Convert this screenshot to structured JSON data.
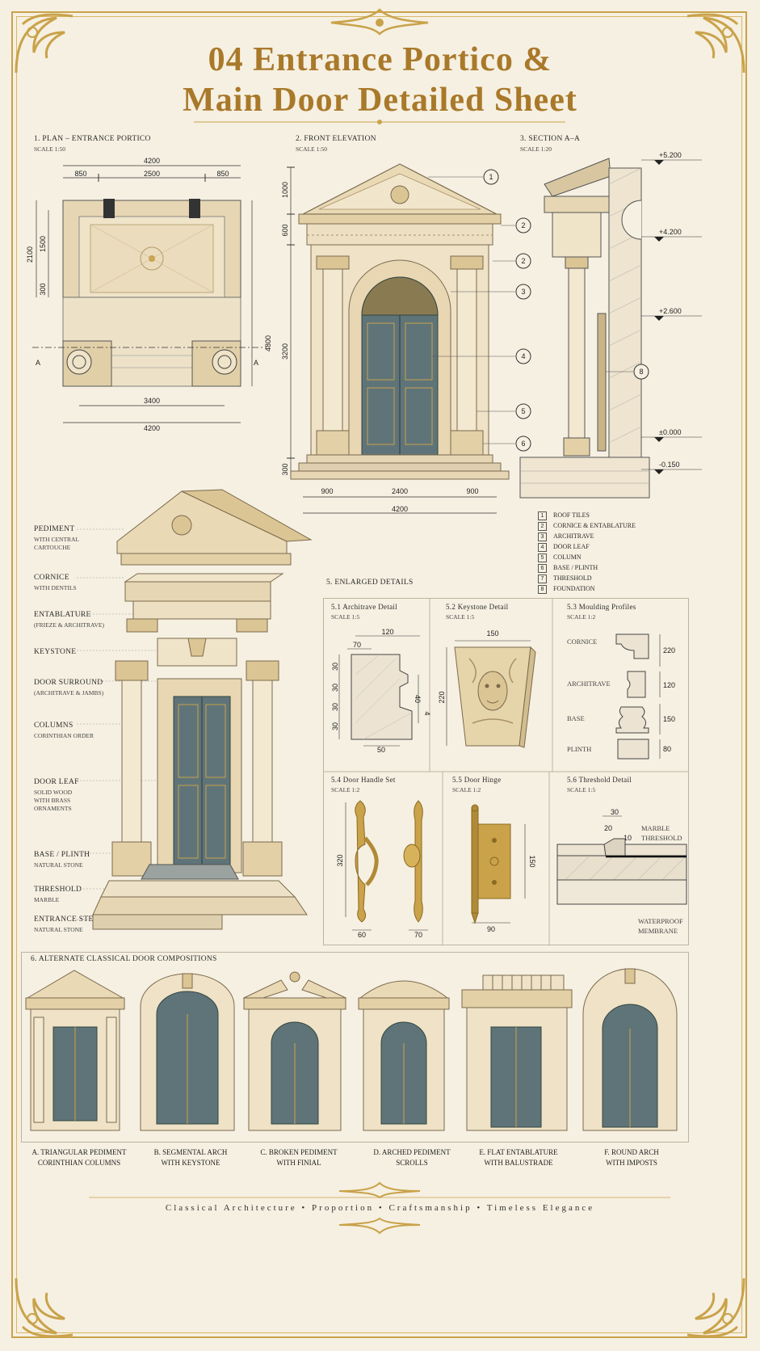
{
  "title": {
    "line1": "04 Entrance Portico &",
    "line2": "Main Door Detailed Sheet"
  },
  "plan": {
    "heading": "1. Plan – Entrance Portico",
    "scale": "SCALE 1:50",
    "dims_top": [
      "4200",
      "850",
      "2500",
      "850"
    ],
    "dims_left": [
      "2100",
      "1500",
      "300"
    ],
    "dims_bottom": [
      "3400",
      "4200"
    ],
    "dim_right": "4800",
    "section_mark": "A"
  },
  "elevation": {
    "heading": "2. Front Elevation",
    "scale": "SCALE 1:50",
    "dims_left": [
      "1000",
      "600",
      "3200",
      "300"
    ],
    "dims_bottom": [
      "900",
      "2400",
      "900",
      "4200"
    ],
    "callouts": [
      "1",
      "2",
      "2",
      "3",
      "4",
      "5",
      "6"
    ]
  },
  "section": {
    "heading": "3. Section A–A",
    "scale": "SCALE 1:20",
    "levels": [
      "+5.200",
      "+4.200",
      "+2.600",
      "±0.000",
      "-0.150"
    ],
    "callout": "8"
  },
  "legend": [
    {
      "n": "1",
      "label": "Roof tiles"
    },
    {
      "n": "2",
      "label": "Cornice & Entablature"
    },
    {
      "n": "3",
      "label": "Architrave"
    },
    {
      "n": "4",
      "label": "Door leaf"
    },
    {
      "n": "5",
      "label": "Column"
    },
    {
      "n": "6",
      "label": "Base / plinth"
    },
    {
      "n": "7",
      "label": "Threshold"
    },
    {
      "n": "8",
      "label": "Foundation"
    }
  ],
  "exploded": [
    {
      "label": "Pediment",
      "sub": "With central",
      "sub2": "cartouche"
    },
    {
      "label": "Cornice",
      "sub": "With dentils",
      "sub2": ""
    },
    {
      "label": "Entablature",
      "sub": "(Frieze & Architrave)",
      "sub2": ""
    },
    {
      "label": "Keystone",
      "sub": "",
      "sub2": ""
    },
    {
      "label": "Door surround",
      "sub": "(Architrave & Jambs)",
      "sub2": ""
    },
    {
      "label": "Columns",
      "sub": "Corinthian order",
      "sub2": ""
    },
    {
      "label": "Door leaf",
      "sub": "Solid wood",
      "sub2": "with brass",
      "sub3": "ornaments"
    },
    {
      "label": "Base / plinth",
      "sub": "Natural stone",
      "sub2": ""
    },
    {
      "label": "Threshold",
      "sub": "Marble",
      "sub2": ""
    },
    {
      "label": "Entrance steps",
      "sub": "Natural stone",
      "sub2": ""
    }
  ],
  "details": {
    "heading": "5. Enlarged Details",
    "d1": {
      "title": "5.1 Architrave Detail",
      "scale": "SCALE 1:5",
      "dims": [
        "120",
        "70",
        "30",
        "30",
        "30",
        "30",
        "40",
        "4",
        "50"
      ]
    },
    "d2": {
      "title": "5.2 Keystone Detail",
      "scale": "SCALE 1:5",
      "dims": [
        "150",
        "220"
      ]
    },
    "d3": {
      "title": "5.3 Moulding Profiles",
      "scale": "SCALE 1:2",
      "profiles": [
        {
          "name": "Cornice",
          "dim": "220"
        },
        {
          "name": "Architrave",
          "dim": "120"
        },
        {
          "name": "Base",
          "dim": "150"
        },
        {
          "name": "Plinth",
          "dim": "80"
        }
      ]
    },
    "d4": {
      "title": "5.4 Door Handle Set",
      "scale": "SCALE 1:2",
      "dims": [
        "320",
        "60",
        "70"
      ]
    },
    "d5": {
      "title": "5.5 Door Hinge",
      "scale": "SCALE 1:2",
      "dims": [
        "150",
        "90"
      ]
    },
    "d6": {
      "title": "5.6 Threshold Detail",
      "scale": "SCALE 1:5",
      "dims": [
        "30",
        "20",
        "10"
      ],
      "labels": [
        "Marble",
        "Threshold",
        "Waterproof",
        "membrane"
      ]
    }
  },
  "alternates": {
    "heading": "6. Alternate Classical Door Compositions",
    "items": [
      {
        "l1": "A. Triangular Pediment",
        "l2": "Corinthian Columns"
      },
      {
        "l1": "B. Segmental Arch",
        "l2": "With Keystone"
      },
      {
        "l1": "C. Broken Pediment",
        "l2": "With Finial"
      },
      {
        "l1": "D. Arched Pediment",
        "l2": "Scrolls"
      },
      {
        "l1": "E. Flat Entablature",
        "l2": "With Balustrade"
      },
      {
        "l1": "F. Round Arch",
        "l2": "With Imposts"
      }
    ]
  },
  "footer": "Classical Architecture • Proportion • Craftsmanship • Timeless Elegance",
  "colors": {
    "gold": "#c9a24a",
    "stone": "#e6d6b4",
    "door": "#5f7479",
    "ink": "#2b2b2b"
  }
}
